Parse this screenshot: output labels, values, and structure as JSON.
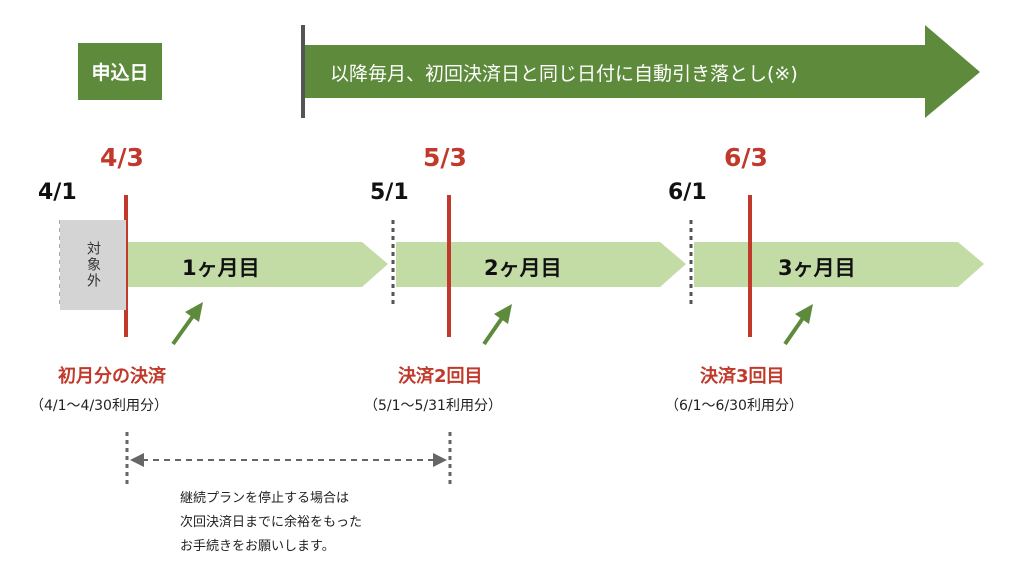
{
  "header": {
    "start_label": "申込日",
    "banner_text": "以降毎月、初回決済日と同じ日付に自動引き落とし(※)"
  },
  "timeline": {
    "excluded_label": "対象外",
    "month_starts": [
      "4/1",
      "5/1",
      "6/1"
    ],
    "payment_days": [
      "4/3",
      "5/3",
      "6/3"
    ],
    "periods": [
      "1ヶ月目",
      "2ヶ月目",
      "3ヶ月目"
    ],
    "payments": [
      {
        "title": "初月分の決済",
        "detail": "（4/1〜4/30利用分）"
      },
      {
        "title": "決済2回目",
        "detail": "（5/1〜5/31利用分）"
      },
      {
        "title": "決済3回目",
        "detail": "（6/1〜6/30利用分）"
      }
    ]
  },
  "note": {
    "text": "継続プランを停止する場合は\n次回決済日までに余裕をもった\nお手続きをお願いします。"
  },
  "colors": {
    "dark_green": "#5e8a3c",
    "light_green": "#c3dca6",
    "red": "#c0392b",
    "gray": "#d4d4d4",
    "arrow_green": "#5e8a3c"
  }
}
